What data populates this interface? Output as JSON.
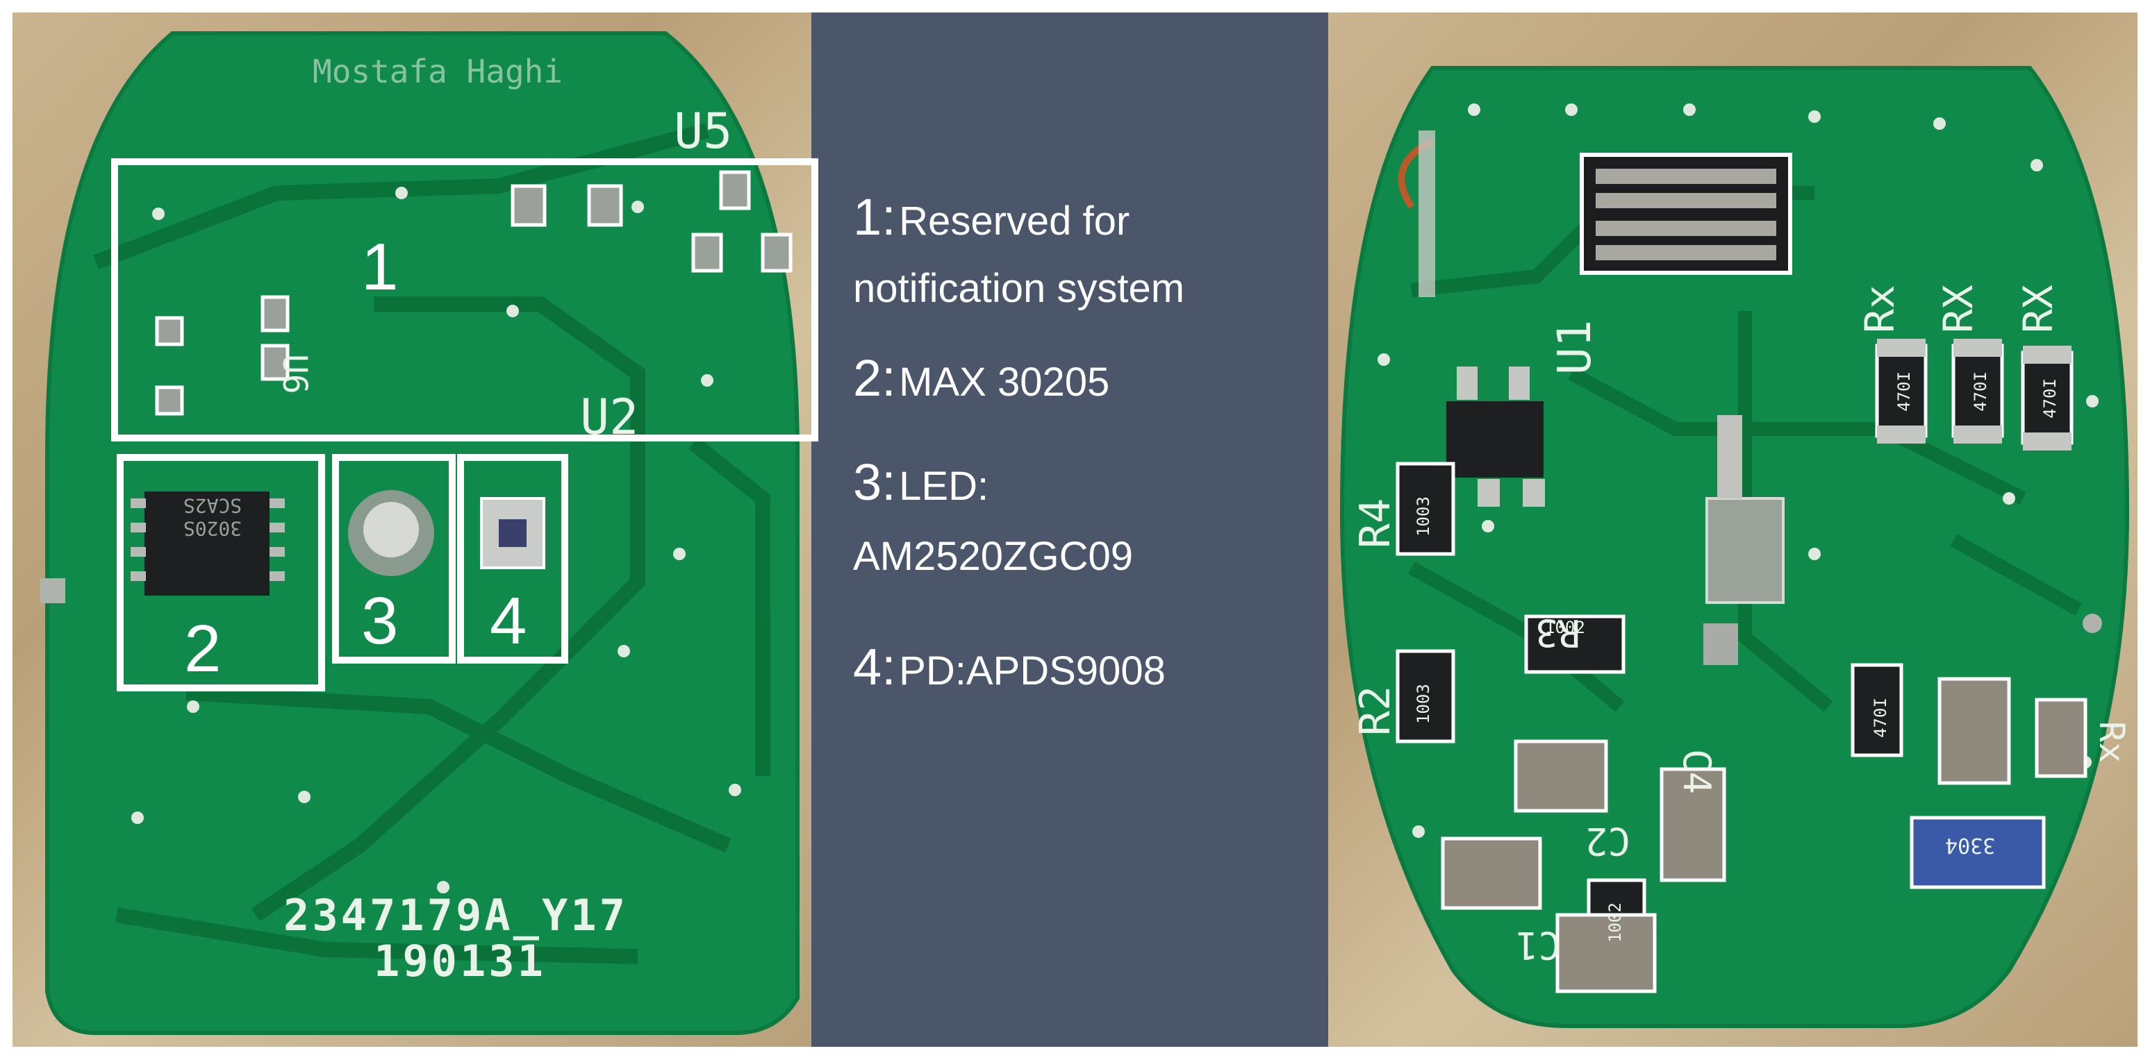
{
  "left_board": {
    "designer_silk": "Mostafa Haghi",
    "silk_labels": {
      "u5": "U5",
      "u2": "U2",
      "u6": "U6"
    },
    "chip_marking": "3020S SCA2S",
    "board_code_line1": "2347179A_Y17",
    "board_code_line2": "190131",
    "box_numbers": [
      "1",
      "2",
      "3",
      "4"
    ]
  },
  "legend": {
    "items": [
      {
        "num": "1:",
        "text_line1": "Reserved for",
        "text_line2": "notification system"
      },
      {
        "num": "2:",
        "text": "MAX 30205"
      },
      {
        "num": "3:",
        "text_line1": "LED:",
        "text_line2": "AM2520ZGC09"
      },
      {
        "num": "4:",
        "text": "PD:APDS9008"
      }
    ]
  },
  "right_board": {
    "silk_labels": {
      "u1": "U1",
      "r4": "R4",
      "r2": "R2",
      "rx1": "Rx",
      "rx2": "RX",
      "rx3": "RX",
      "c1": "C1",
      "c2": "C2",
      "r3": "R3",
      "c4": "C4",
      "rx4": "Rx"
    },
    "resistor_markings": [
      "470I",
      "470I",
      "470I",
      "1003",
      "1002",
      "1003",
      "470I",
      "1002",
      "3304"
    ]
  },
  "colors": {
    "pcb_green": "#0f8a4a",
    "pcb_dark": "#0a6e3a",
    "panel": "#4b566a",
    "silkscreen": "#ffffff"
  }
}
